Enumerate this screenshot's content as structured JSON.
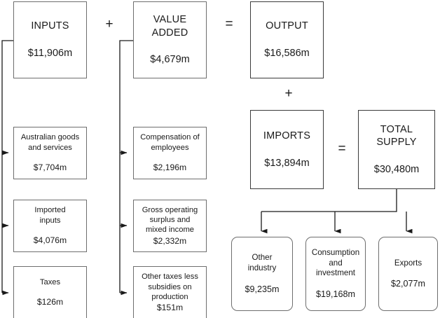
{
  "diagram": {
    "type": "supply-flow-diagram",
    "currency_unit": "m",
    "operators": [
      {
        "name": "plus-inputs-valueadded",
        "symbol": "+"
      },
      {
        "name": "equals-output",
        "symbol": "="
      },
      {
        "name": "plus-output-imports",
        "symbol": "+"
      },
      {
        "name": "equals-total-supply",
        "symbol": "="
      }
    ],
    "top_row": [
      {
        "id": "inputs",
        "title": "INPUTS",
        "value": "$11,906m"
      },
      {
        "id": "value-added",
        "title": "VALUE\nADDED",
        "value": "$4,679m"
      },
      {
        "id": "output",
        "title": "OUTPUT",
        "value": "$16,586m"
      }
    ],
    "second_row": [
      {
        "id": "imports",
        "title": "IMPORTS",
        "value": "$13,894m"
      },
      {
        "id": "total-supply",
        "title": "TOTAL\nSUPPLY",
        "value": "$30,480m"
      }
    ],
    "inputs_breakdown": [
      {
        "id": "australian-goods-and-services",
        "title": "Australian goods\nand services",
        "value": "$7,704m"
      },
      {
        "id": "imported-inputs",
        "title": "Imported\ninputs",
        "value": "$4,076m"
      },
      {
        "id": "taxes",
        "title": "Taxes",
        "value": "$126m"
      }
    ],
    "value_added_breakdown": [
      {
        "id": "compensation-of-employees",
        "title": "Compensation of\nemployees",
        "value": "$2,196m"
      },
      {
        "id": "gross-operating-surplus-and-mixed-income",
        "title": "Gross operating\nsurplus and\nmixed income",
        "value": "$2,332m"
      },
      {
        "id": "other-taxes-less-subsidies-on-production",
        "title": "Other taxes less\nsubsidies on\nproduction",
        "value": "$151m"
      }
    ],
    "total_supply_uses": [
      {
        "id": "other-industry",
        "title": "Other\nindustry",
        "value": "$9,235m"
      },
      {
        "id": "consumption-and-investment",
        "title": "Consumption\nand\ninvestment",
        "value": "$19,168m"
      },
      {
        "id": "exports",
        "title": "Exports",
        "value": "$2,077m"
      }
    ],
    "colors": {
      "box_border": "#6e6e6e",
      "box_border_dark": "#3a3a3a",
      "connector": "#1a1a1a",
      "text": "#1a1a1a",
      "background": "#ffffff"
    }
  }
}
